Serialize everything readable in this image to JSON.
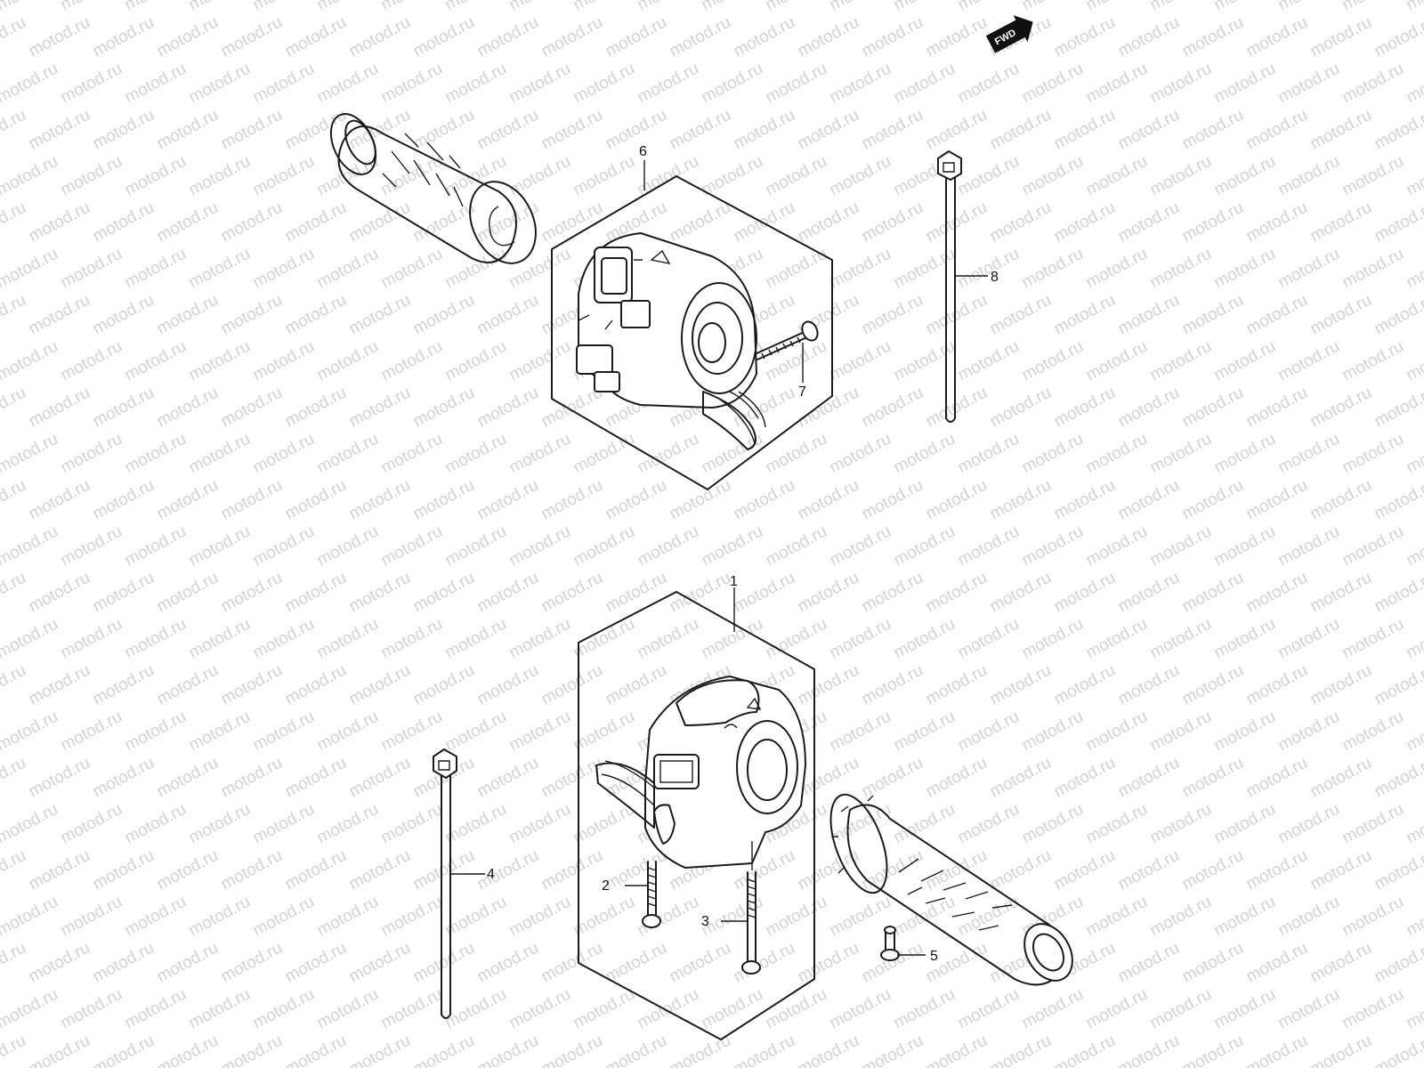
{
  "watermark": {
    "text": "motod.ru",
    "color": "#d0d0d0"
  },
  "direction_badge": {
    "label": "FWD",
    "icon": "fwd-arrow-icon"
  },
  "callouts": [
    {
      "id": "1",
      "label": "1",
      "part": "right-handlebar-switch-assembly"
    },
    {
      "id": "2",
      "label": "2",
      "part": "screw-short"
    },
    {
      "id": "3",
      "label": "3",
      "part": "screw-long"
    },
    {
      "id": "4",
      "label": "4",
      "part": "cable-tie-left"
    },
    {
      "id": "5",
      "label": "5",
      "part": "grip-end-screw"
    },
    {
      "id": "6",
      "label": "6",
      "part": "left-handlebar-switch-assembly"
    },
    {
      "id": "7",
      "label": "7",
      "part": "switch-screw"
    },
    {
      "id": "8",
      "label": "8",
      "part": "cable-tie-right"
    }
  ],
  "colors": {
    "line": "#1a1a1a",
    "background": "#ffffff"
  }
}
